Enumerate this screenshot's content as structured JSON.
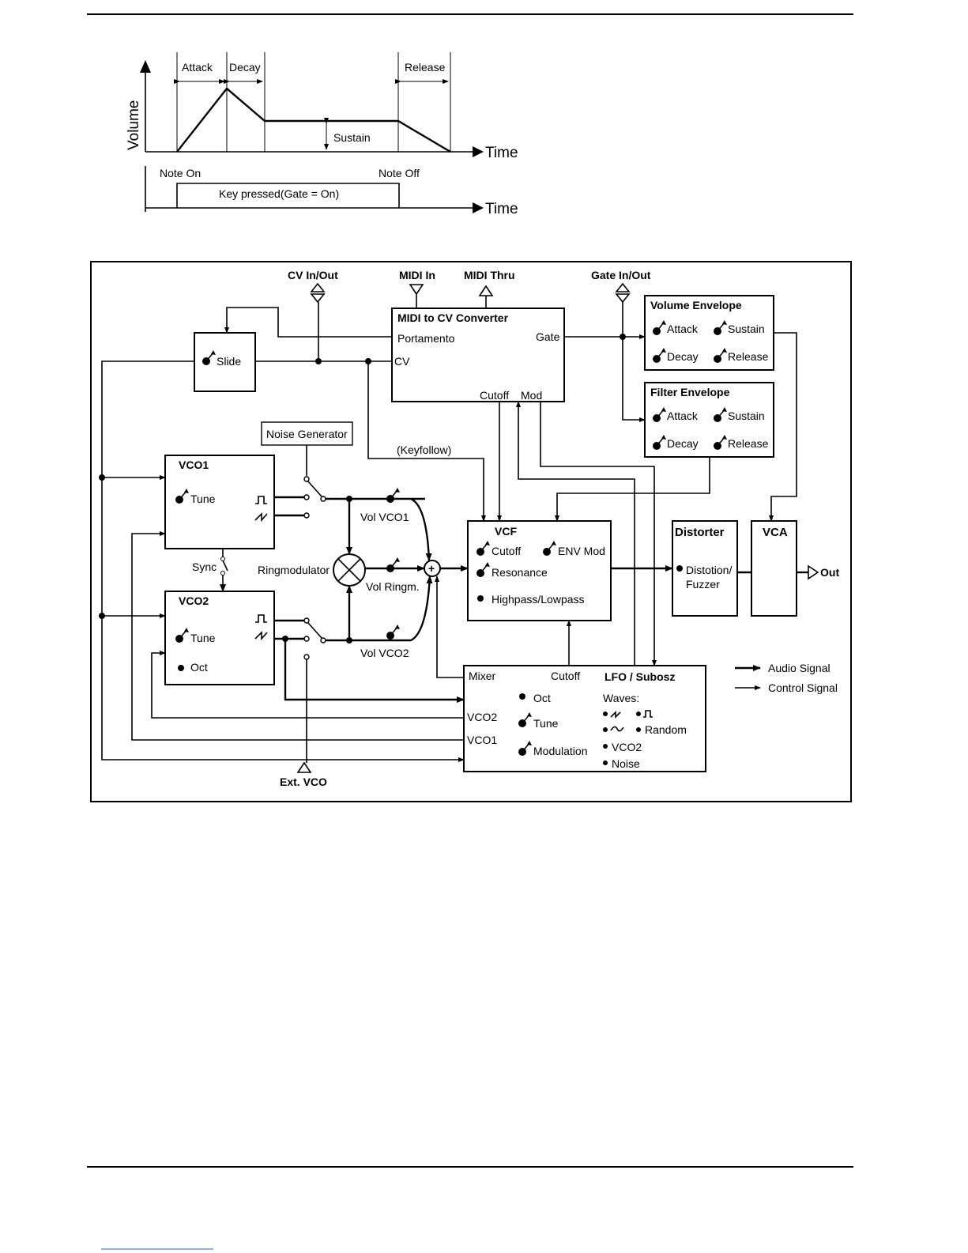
{
  "adsr": {
    "attack": "Attack",
    "decay": "Decay",
    "release": "Release",
    "sustain": "Sustain",
    "volume": "Volume",
    "time": "Time",
    "note_on": "Note On",
    "note_off": "Note Off",
    "gate": "Key pressed(Gate = On)"
  },
  "block": {
    "ports": {
      "cv_inout": "CV In/Out",
      "midi_in": "MIDI In",
      "midi_thru": "MIDI Thru",
      "gate_inout": "Gate In/Out",
      "ext_vco": "Ext. VCO",
      "out": "Out"
    },
    "midi_cv": {
      "title": "MIDI to CV Converter",
      "portamento": "Portamento",
      "gate": "Gate",
      "cv": "CV",
      "cutoff": "Cutoff",
      "mod": "Mod"
    },
    "slide": "Slide",
    "vol_env": {
      "title": "Volume Envelope",
      "attack": "Attack",
      "sustain": "Sustain",
      "decay": "Decay",
      "release": "Release"
    },
    "filt_env": {
      "title": "Filter Envelope",
      "attack": "Attack",
      "sustain": "Sustain",
      "decay": "Decay",
      "release": "Release"
    },
    "noise_gen": "Noise Generator",
    "keyfollow": "(Keyfollow)",
    "vco1": {
      "title": "VCO1",
      "tune": "Tune"
    },
    "vco2": {
      "title": "VCO2",
      "tune": "Tune",
      "oct": "Oct"
    },
    "sync": "Sync",
    "ringmod": "Ringmodulator",
    "vol_vco1": "Vol VCO1",
    "vol_ringm": "Vol Ringm.",
    "vol_vco2": "Vol VCO2",
    "vcf": {
      "title": "VCF",
      "cutoff": "Cutoff",
      "env_mod": "ENV Mod",
      "resonance": "Resonance",
      "hp_lp": "Highpass/Lowpass"
    },
    "distorter": {
      "title": "Distorter",
      "line1": "Distotion/",
      "line2": "Fuzzer"
    },
    "vca": "VCA",
    "lfo": {
      "title": "LFO / Subosz",
      "mixer": "Mixer",
      "cutoff": "Cutoff",
      "oct": "Oct",
      "tune": "Tune",
      "modulation": "Modulation",
      "vco2_in": "VCO2",
      "vco1_in": "VCO1",
      "waves": "Waves:",
      "random": "Random",
      "wave_vco2": "VCO2",
      "noise": "Noise"
    },
    "legend": {
      "audio": "Audio Signal",
      "control": "Control Signal"
    }
  }
}
